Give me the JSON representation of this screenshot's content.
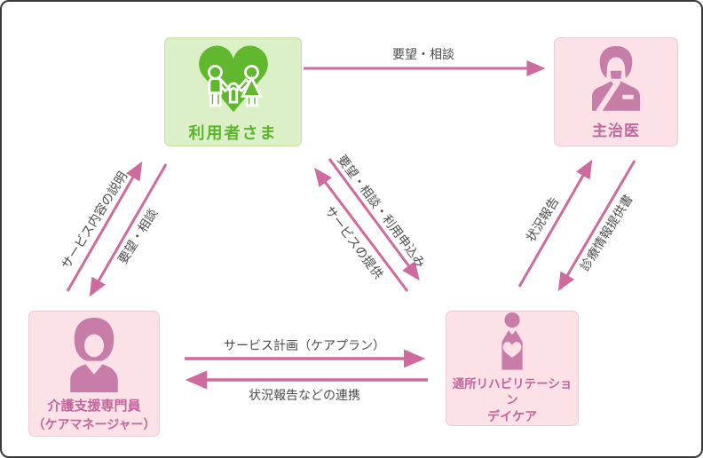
{
  "nodes": {
    "user": {
      "label": "利用者さま",
      "icon": "family-heart-icon"
    },
    "doctor": {
      "label": "主治医",
      "icon": "doctor-icon"
    },
    "care_manager": {
      "label_line1": "介護支援専門員",
      "label_line2": "（ケアマネージャー）",
      "icon": "care-manager-woman-icon"
    },
    "day_care": {
      "label_line1": "通所リハビリテーション",
      "label_line2": "デイケア",
      "icon": "person-with-heart-icon"
    }
  },
  "arrows": {
    "user_to_doctor": {
      "label": "要望・相談"
    },
    "care_manager_to_user": {
      "label": "サービス内容の説明"
    },
    "user_to_care_manager": {
      "label": "要望・相談"
    },
    "user_to_day_care": {
      "label": "要望・相談・利用申込み"
    },
    "day_care_to_user": {
      "label": "サービスの提供"
    },
    "day_care_to_doctor": {
      "label": "状況報告"
    },
    "doctor_to_day_care": {
      "label": "診療情報提供書"
    },
    "care_manager_to_day_care": {
      "label": "サービス計画（ケアプラン）"
    },
    "day_care_to_care_manager": {
      "label": "状況報告などの連携"
    }
  },
  "colors": {
    "arrow_pink": "#cf6a9f",
    "pink_node_bg": "#fce1e6",
    "pink_node_border": "#e9ccd9",
    "pink_node_text": "#c2659c",
    "pink_icon": "#c87ca8",
    "green_node_bg": "#dcf0c7",
    "green_node_border": "#c3e2a5",
    "green_node_text": "#5cb42e",
    "green_icon": "#61b72e",
    "arrow_label_text": "#4b4b4b",
    "frame_border": "#3a3a3a"
  }
}
